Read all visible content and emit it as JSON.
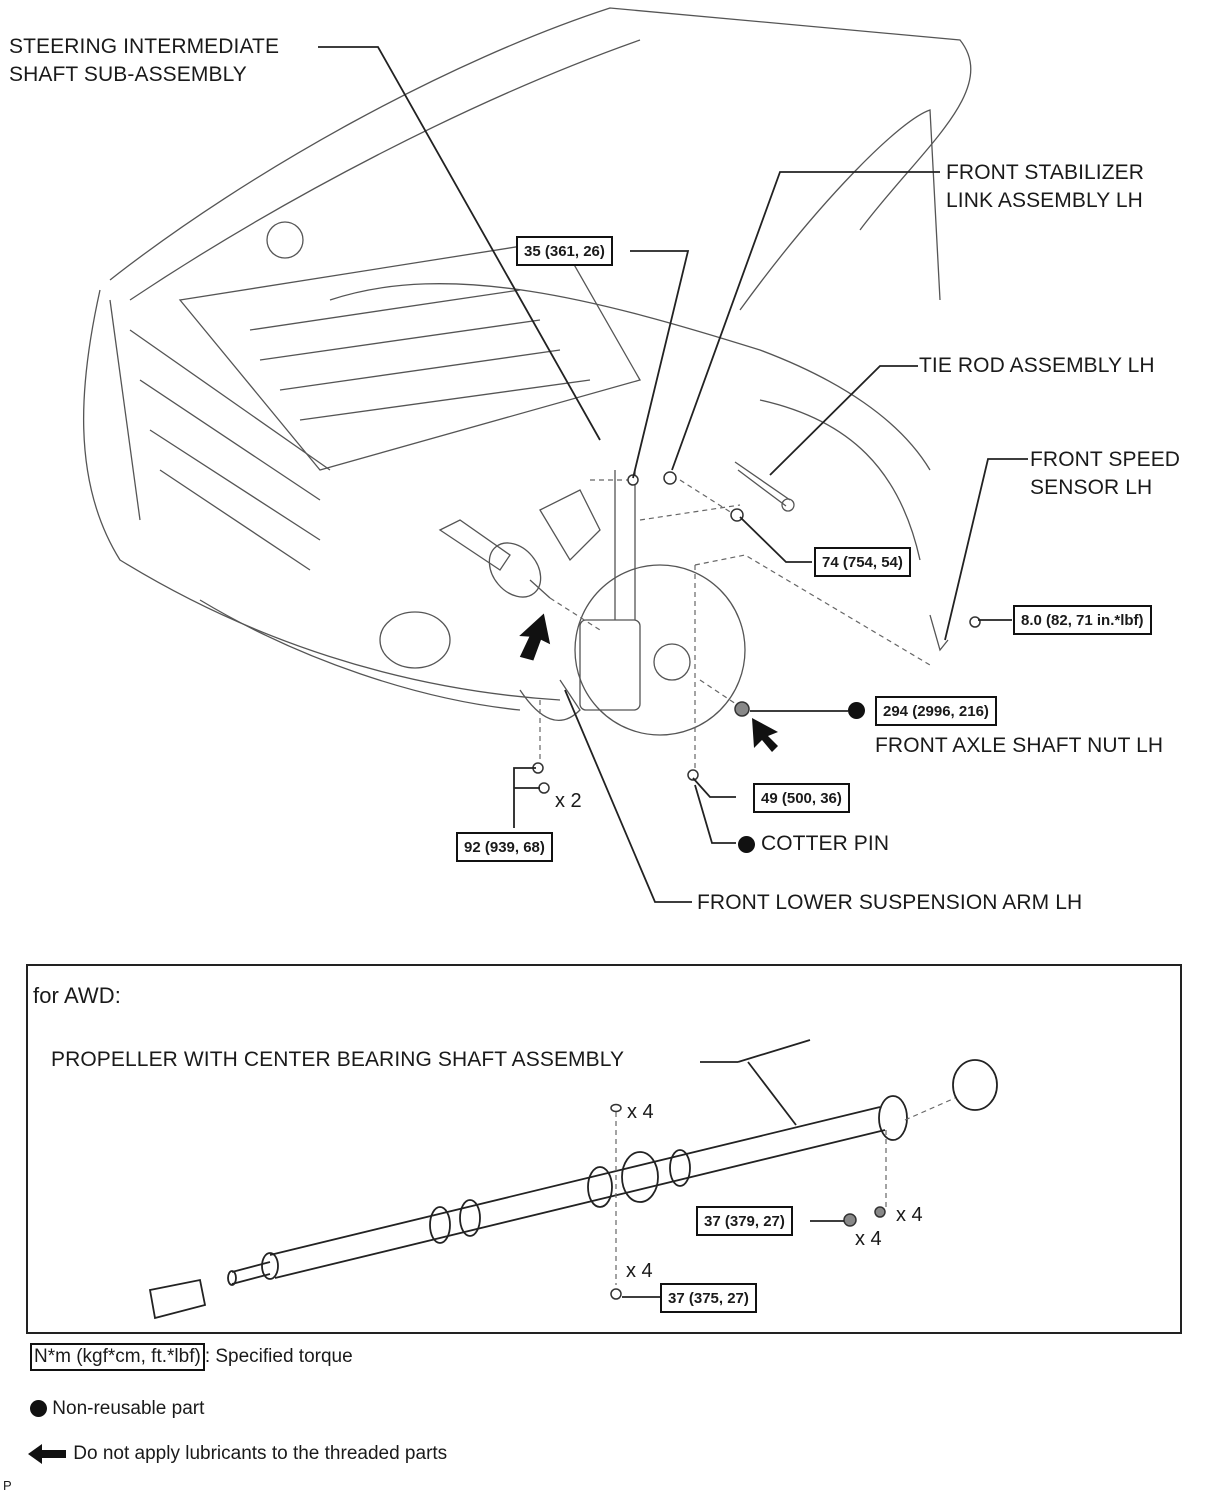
{
  "labels": {
    "steering_shaft": [
      "STEERING INTERMEDIATE",
      "SHAFT SUB-ASSEMBLY"
    ],
    "stabilizer_link": [
      "FRONT STABILIZER",
      "LINK ASSEMBLY LH"
    ],
    "tie_rod": "TIE ROD ASSEMBLY LH",
    "speed_sensor": [
      "FRONT SPEED",
      "SENSOR LH"
    ],
    "axle_nut": "FRONT AXLE SHAFT NUT LH",
    "cotter_pin": "COTTER PIN",
    "lower_arm": "FRONT LOWER SUSPENSION ARM LH",
    "propeller_shaft": "PROPELLER WITH CENTER BEARING SHAFT ASSEMBLY"
  },
  "torques": {
    "t35": "35 (361, 26)",
    "t74": "74 (754, 54)",
    "t8": "8.0 (82, 71 in.*lbf)",
    "t294": "294 (2996, 216)",
    "t49": "49 (500, 36)",
    "t92": "92 (939, 68)",
    "t37a": "37 (379, 27)",
    "t37b": "37 (375, 27)"
  },
  "quantities": {
    "q_arm": "x 2",
    "q_washer": "x 4",
    "q_bolt": "x 4",
    "q_nut": "x 4",
    "q_nut2": "x 4"
  },
  "awd": {
    "title": "for AWD:"
  },
  "legend": {
    "torque_unit": "N*m (kgf*cm, ft.*lbf)",
    "torque_desc": ": Specified torque",
    "non_reusable": "Non-reusable part",
    "no_lube": "Do not apply lubricants to the threaded parts"
  },
  "footer_mark": "P"
}
